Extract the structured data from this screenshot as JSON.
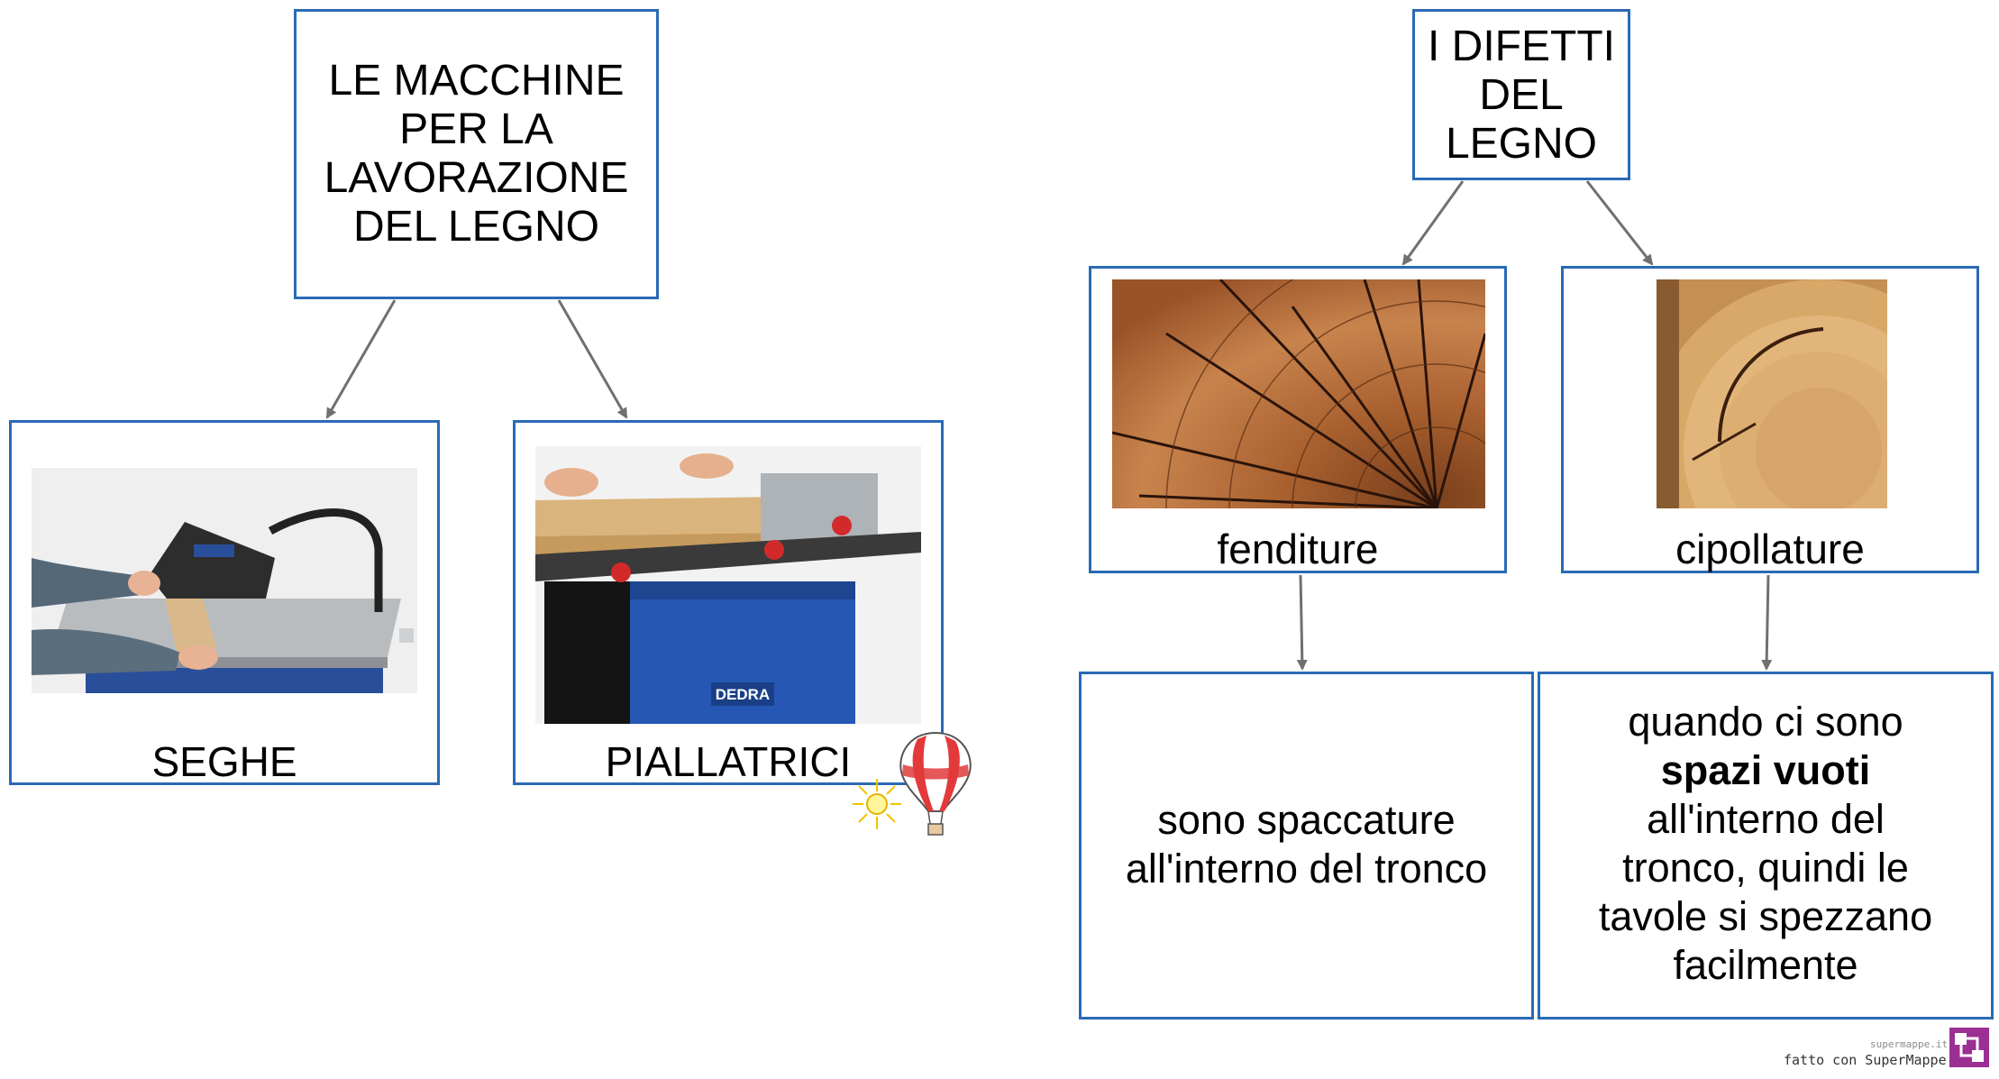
{
  "left": {
    "title": [
      "LE MACCHINE",
      "PER LA",
      "LAVORAZIONE",
      "DEL LEGNO"
    ],
    "items": [
      {
        "label": "SEGHE",
        "image": "table-saw-photo"
      },
      {
        "label": "PIALLATRICI",
        "image": "planer-photo",
        "brand": "DEDRA"
      }
    ]
  },
  "right": {
    "title": [
      "I DIFETTI",
      "DEL",
      "LEGNO"
    ],
    "items": [
      {
        "label": "fenditure",
        "image": "cracked-wood-photo"
      },
      {
        "label": "cipollature",
        "image": "ring-shake-wood-photo"
      }
    ],
    "descriptions": [
      {
        "lines": [
          "sono spaccature",
          "all'interno del tronco"
        ]
      },
      {
        "line1": "quando ci sono",
        "bold": "spazi vuoti",
        "lines": [
          "all'interno del",
          "tronco, quindi le",
          "tavole si spezzano",
          "facilmente"
        ]
      }
    ]
  },
  "footer": {
    "site": "supermappe.it",
    "made_with": "fatto con SuperMappe"
  },
  "decoration": "hot-air-balloon-icon",
  "colors": {
    "border": "#2a6ab5",
    "arrow": "#707070",
    "logo": "#9b2f94"
  }
}
